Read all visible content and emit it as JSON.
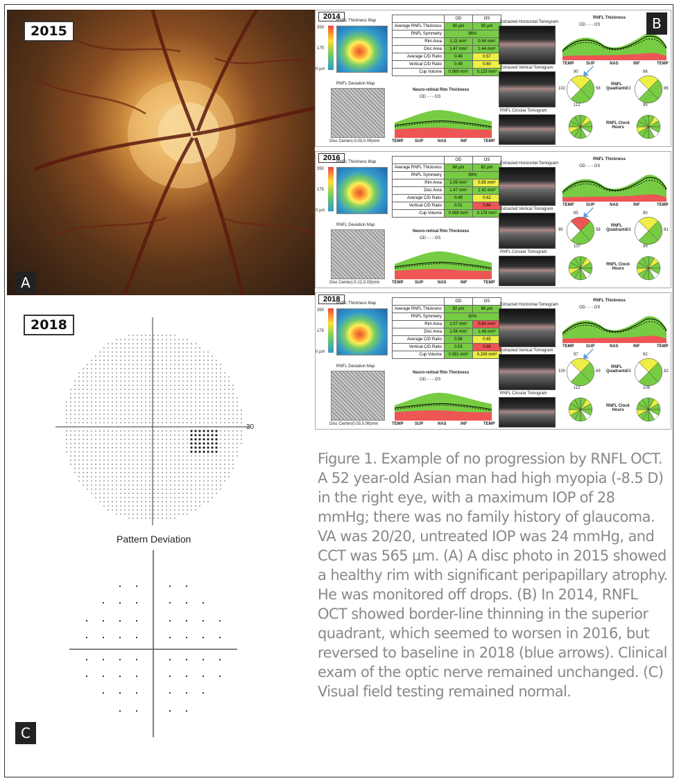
{
  "panel_a": {
    "year": "2015",
    "letter": "A"
  },
  "panel_b": {
    "letter": "B",
    "blocks": [
      {
        "year": "2014",
        "avg_rnfl": "90 µm",
        "avg_rnfl_os": "90 µm",
        "symmetry": "86%",
        "rim_area": "1.11 mm²",
        "rim_area_os": "0.94 mm²",
        "disc_area": "1.47 mm²",
        "disc_area_os": "1.44 mm²",
        "avg_cd": "0.48",
        "avg_cd_os": "0.57",
        "vert_cd": "0.49",
        "vert_cd_os": "0.60",
        "cup_vol": "0.069 mm³",
        "cup_vol_os": "0.125 mm³",
        "disc_center": "Disc Center(-0.03,0.09)mm",
        "quad_od": [
          "90",
          "102",
          "58",
          "112"
        ],
        "quad_os": [
          "86",
          "53",
          "86",
          "95"
        ]
      },
      {
        "year": "2016",
        "avg_rnfl": "88 µm",
        "avg_rnfl_os": "82 µm",
        "symmetry": "89%",
        "rim_area": "1.09 mm²",
        "rim_area_os": "0.85 mm²",
        "disc_area": "1.47 mm²",
        "disc_area_os": "1.42 mm²",
        "avg_cd": "0.49",
        "avg_cd_os": "0.62",
        "vert_cd": "0.51",
        "vert_cd_os": "0.66",
        "cup_vol": "0.069 mm³",
        "cup_vol_os": "0.176 mm³",
        "disc_center": "Disc Center(-0.12,0.03)mm",
        "quad_od": [
          "85",
          "95",
          "58",
          "107"
        ],
        "quad_os": [
          "90",
          "58",
          "81",
          "99"
        ]
      },
      {
        "year": "2018",
        "avg_rnfl": "92 µm",
        "avg_rnfl_os": "86 µm",
        "symmetry": "82%",
        "rim_area": "1.07 mm²",
        "rim_area_os": "0.84 mm²",
        "disc_area": "1.56 mm²",
        "disc_area_os": "1.48 mm²",
        "avg_cd": "0.56",
        "avg_cd_os": "0.65",
        "vert_cd": "0.53",
        "vert_cd_os": "0.66",
        "cup_vol": "0.091 mm³",
        "cup_vol_os": "0.208 mm³",
        "disc_center": "Disc Center(0.03,0.06)mm",
        "quad_od": [
          "97",
          "100",
          "69",
          "112"
        ],
        "quad_os": [
          "92",
          "59",
          "82",
          "108"
        ]
      }
    ],
    "labels": {
      "table_head_od": "OD",
      "table_head_os": "OS",
      "avg_rnfl": "Average RNFL Thickness",
      "symmetry": "RNFL Symmetry",
      "rim_area": "Rim Area",
      "disc_area": "Disc Area",
      "avg_cd": "Average C/D Ratio",
      "vert_cd": "Vertical C/D Ratio",
      "cup_vol": "Cup Volume",
      "thickness_map": "RNFL Thickness Map",
      "deviation_map": "RNFL Deviation Map",
      "rim_chart": "Neuro-retinal Rim Thickness",
      "rnfl_chart": "RNFL Thickness",
      "horiz_tomo": "Extracted Horizontal Tomogram",
      "vert_tomo": "Extracted Vertical Tomogram",
      "circ_tomo": "RNFL Circular Tomogram",
      "quadrants": "RNFL Quadrants",
      "clock": "RNFL Clock Hours",
      "legend": "OD - - - OS",
      "axis": [
        "TEMP",
        "SUP",
        "NAS",
        "INF",
        "TEMP"
      ],
      "scale_top": "350",
      "scale_mid": "175",
      "scale_bot": "0 µm"
    }
  },
  "panel_c": {
    "year": "2018",
    "letter": "C",
    "axis_label": "30",
    "pattern_deviation": "Pattern Deviation"
  },
  "caption": "Figure 1. Example of no progression by RNFL OCT. A 52 year-old Asian man had high myopia (-8.5 D) in the right eye, with a maximum IOP of 28 mmHg; there was no family history of glaucoma. VA was 20/20, untreated IOP was 24 mmHg, and CCT was 565 µm. (A) A disc photo in 2015 showed a healthy rim with significant peripapillary atrophy. He was monitored off drops. (B) In 2014, RNFL OCT showed border-line thinning in the superior quadrant, which seemed to worsen in 2016, but reversed to baseline in 2018 (blue arrows). Clinical exam of the optic nerve remained unchanged. (C) Visual field testing remained normal."
}
